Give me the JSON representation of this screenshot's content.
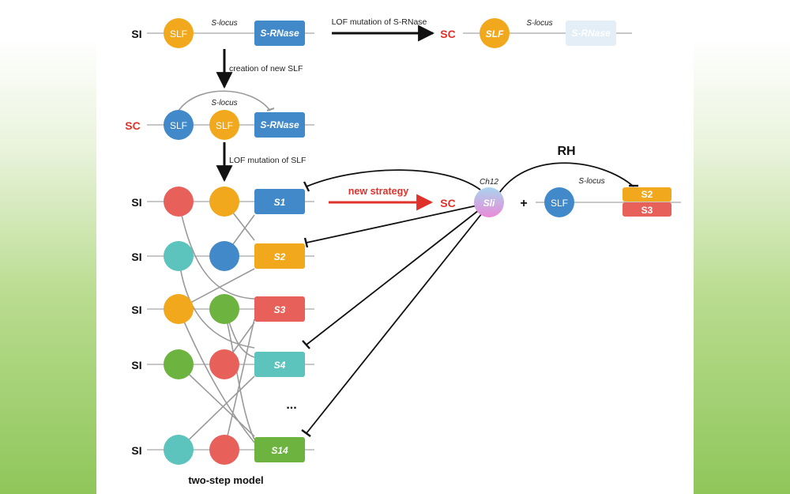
{
  "labels": {
    "si": "SI",
    "sc": "SC",
    "s_locus": "S-locus",
    "slf": "SLF",
    "s_rnase": "S-RNase",
    "lof_srnase": "LOF mutation of S-RNase",
    "creation_slf": "creation of new SLF",
    "lof_slf": "LOF mutation of SLF",
    "new_strategy": "new strategy",
    "ch12": "Ch12",
    "sli": "Sli",
    "plus": "+",
    "rh": "RH",
    "s2": "S2",
    "s3": "S3",
    "ellipsis": "...",
    "two_step_model": "two-step model"
  },
  "haplotypes": [
    {
      "row_label": "SI",
      "slf_a_color": "#e8605a",
      "slf_b_color": "#f2a81d",
      "rnase_label": "S1",
      "rnase_color": "#4189c8"
    },
    {
      "row_label": "SI",
      "slf_a_color": "#5cc3bd",
      "slf_b_color": "#4189c8",
      "rnase_label": "S2",
      "rnase_color": "#f2a81d"
    },
    {
      "row_label": "SI",
      "slf_a_color": "#f2a81d",
      "slf_b_color": "#6cb33f",
      "rnase_label": "S3",
      "rnase_color": "#e8605a"
    },
    {
      "row_label": "SI",
      "slf_a_color": "#6cb33f",
      "slf_b_color": "#e8605a",
      "rnase_label": "S4",
      "rnase_color": "#5cc3bd"
    },
    {
      "row_label": "SI",
      "slf_a_color": "#5cc3bd",
      "slf_b_color": "#e8605a",
      "rnase_label": "S14",
      "rnase_color": "#6cb33f"
    }
  ],
  "colors": {
    "orange": "#f2a81d",
    "blue": "#4189c8",
    "red": "#e8605a",
    "teal": "#5cc3bd",
    "green": "#6cb33f",
    "sc_text": "#e0322a",
    "faded_rnase": "#e3eef7"
  }
}
